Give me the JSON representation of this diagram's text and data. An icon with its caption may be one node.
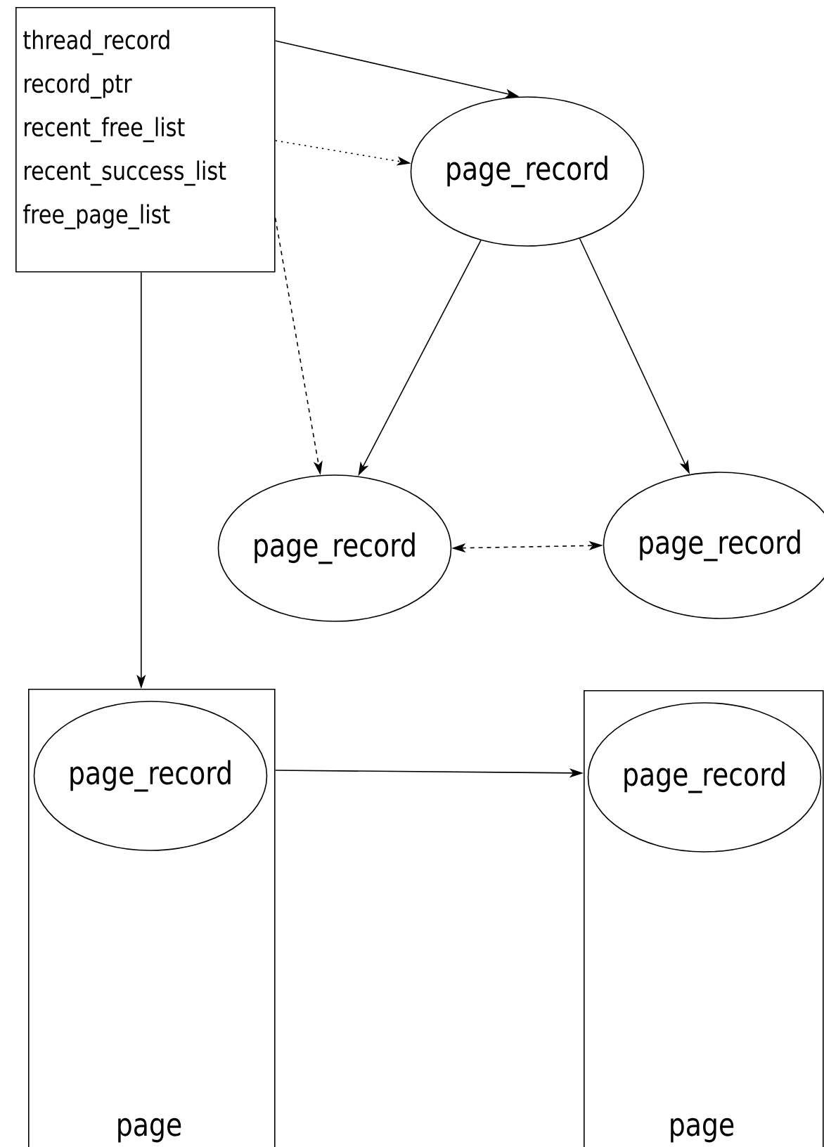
{
  "diagram": {
    "nodes": [
      {
        "text": [
          "thread_record",
          "record_ptr",
          "recent_free_list",
          "recent_success_list",
          "free_page_list"
        ]
      },
      {
        "text": [
          "page_record"
        ]
      },
      {
        "text": [
          "page_record"
        ]
      },
      {
        "text": [
          "page_record"
        ]
      },
      {
        "text": [
          "page"
        ]
      },
      {
        "text": [
          "page_record"
        ],
        "in": 4
      },
      {
        "text": [
          "page"
        ]
      },
      {
        "text": [
          "page_record"
        ],
        "in": 6
      }
    ],
    "edges": [
      {
        "from": 0,
        "to": 1,
        "arrow": "to"
      },
      {
        "from": 0,
        "to": 1,
        "arrow": "to",
        "style": "dashed"
      },
      {
        "from": 0,
        "to": 2,
        "arrow": "to",
        "style": "dashed"
      },
      {
        "from": 1,
        "to": 2,
        "arrow": "to"
      },
      {
        "from": 1,
        "to": 3,
        "arrow": "to"
      },
      {
        "from": 2,
        "to": 3,
        "arrow": "both",
        "style": "dashed"
      },
      {
        "from": 0,
        "to": 4,
        "arrow": "to"
      },
      {
        "from": 4,
        "to": 6,
        "arrow": "to"
      }
    ]
  }
}
